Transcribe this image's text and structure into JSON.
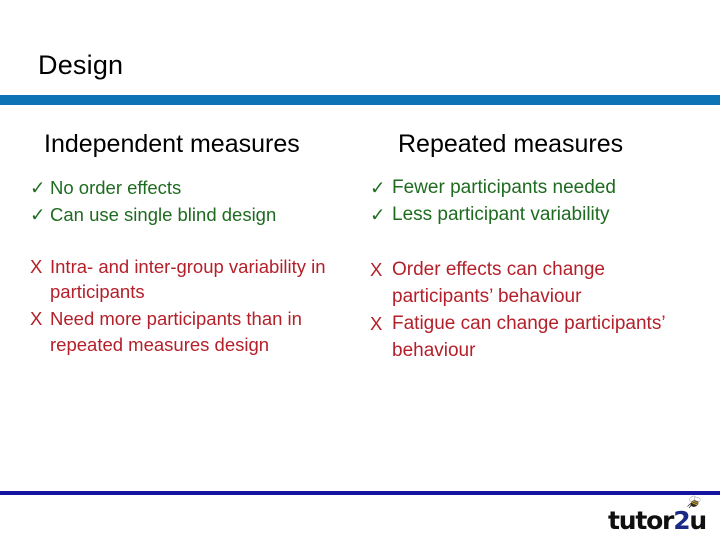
{
  "slide": {
    "title": "Design",
    "header_rule_color": "#0d73b4",
    "footer_rule_color": "#1414a0",
    "pro_color": "#1e6b20",
    "con_color": "#b4202a",
    "check_glyph": "✓",
    "cross_glyph": "X"
  },
  "columns": [
    {
      "heading": "Independent measures",
      "pros": [
        {
          "marker": "✓",
          "text": "No order effects"
        },
        {
          "marker": "✓",
          "text": "Can use single blind design"
        }
      ],
      "cons": [
        {
          "marker": "X",
          "text": "Intra- and inter-group variability in participants"
        },
        {
          "marker": "X",
          "text": "Need more participants than in repeated measures design"
        }
      ]
    },
    {
      "heading": "Repeated measures",
      "pros": [
        {
          "marker": "✓",
          "text": "Fewer participants needed"
        },
        {
          "marker": "✓",
          "text": "Less participant variability"
        }
      ],
      "cons": [
        {
          "marker": "X",
          "text": "Order effects can change participants’ behaviour"
        },
        {
          "marker": "X",
          "text": "Fatigue can change participants’ behaviour"
        }
      ]
    }
  ],
  "footer": {
    "logo": {
      "part1": "tutor",
      "part2": "2",
      "part3": "u"
    }
  }
}
